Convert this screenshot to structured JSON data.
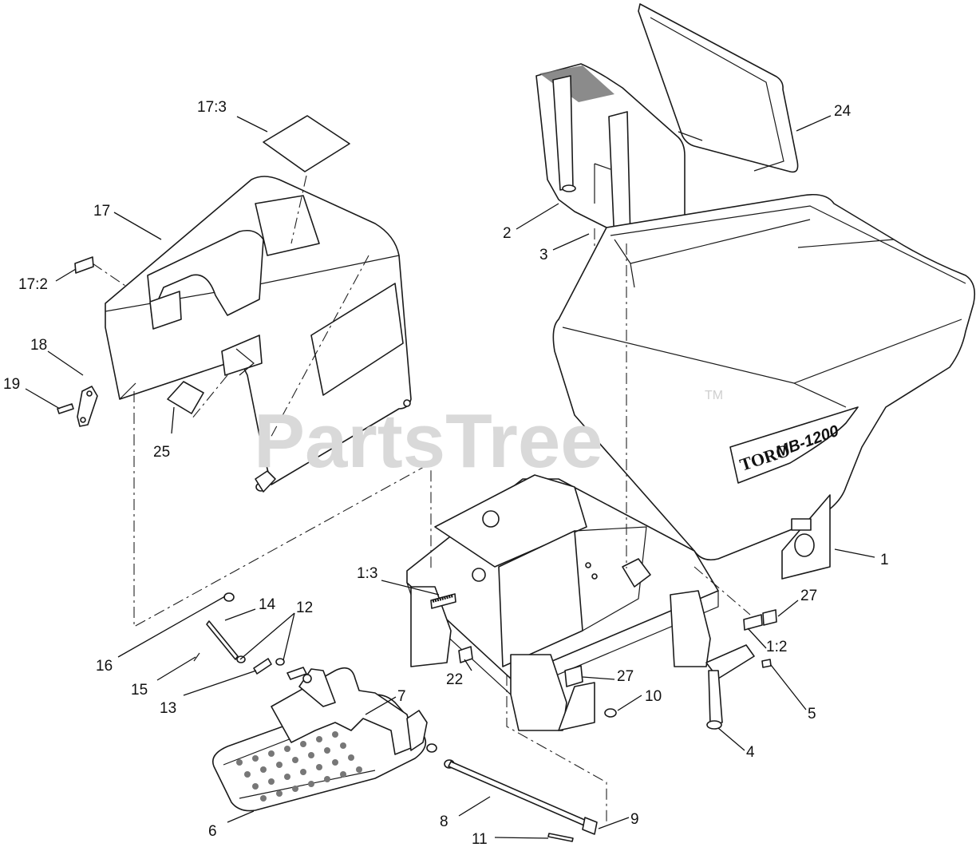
{
  "watermark": {
    "text": "PartsTree",
    "trademark": "TM"
  },
  "decal": {
    "brand": "TORO",
    "model": "MB-1200"
  },
  "callouts": [
    {
      "id": "c-17-3",
      "text": "17:3"
    },
    {
      "id": "c-24",
      "text": "24"
    },
    {
      "id": "c-17",
      "text": "17"
    },
    {
      "id": "c-2",
      "text": "2"
    },
    {
      "id": "c-3",
      "text": "3"
    },
    {
      "id": "c-17-2",
      "text": "17:2"
    },
    {
      "id": "c-18",
      "text": "18"
    },
    {
      "id": "c-19",
      "text": "19"
    },
    {
      "id": "c-25",
      "text": "25"
    },
    {
      "id": "c-1",
      "text": "1"
    },
    {
      "id": "c-1-3",
      "text": "1:3"
    },
    {
      "id": "c-14",
      "text": "14"
    },
    {
      "id": "c-27a",
      "text": "27"
    },
    {
      "id": "c-12",
      "text": "12"
    },
    {
      "id": "c-16",
      "text": "16"
    },
    {
      "id": "c-1-2",
      "text": "1:2"
    },
    {
      "id": "c-15",
      "text": "15"
    },
    {
      "id": "c-22",
      "text": "22"
    },
    {
      "id": "c-27b",
      "text": "27"
    },
    {
      "id": "c-13",
      "text": "13"
    },
    {
      "id": "c-7",
      "text": "7"
    },
    {
      "id": "c-10",
      "text": "10"
    },
    {
      "id": "c-5",
      "text": "5"
    },
    {
      "id": "c-4",
      "text": "4"
    },
    {
      "id": "c-6",
      "text": "6"
    },
    {
      "id": "c-8",
      "text": "8"
    },
    {
      "id": "c-9",
      "text": "9"
    },
    {
      "id": "c-11",
      "text": "11"
    }
  ]
}
